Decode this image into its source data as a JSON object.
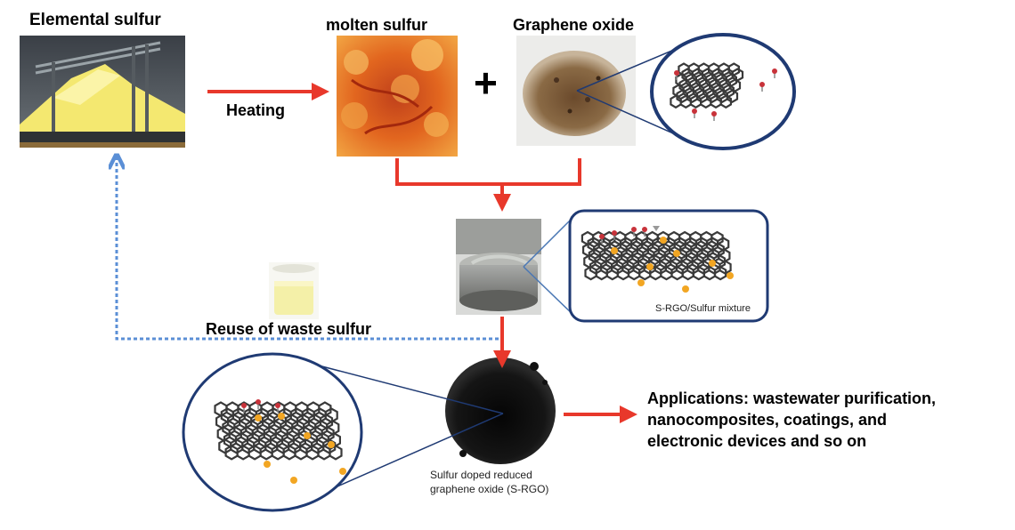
{
  "labels": {
    "elemental_sulfur": "Elemental sulfur",
    "molten_sulfur": "molten sulfur",
    "graphene_oxide": "Graphene oxide",
    "heating": "Heating",
    "plus": "+",
    "reuse": "Reuse of waste sulfur",
    "mixture": "S-RGO/Sulfur mixture",
    "srgo_line1": "Sulfur doped reduced",
    "srgo_line2": "graphene oxide (S-RGO)",
    "app_line1": "Applications: wastewater purification,",
    "app_line2": "nanocomposites, coatings, and",
    "app_line3": "electronic devices and so on"
  },
  "colors": {
    "process_arrow": "#e8382b",
    "reuse_arrow": "#5b8fd6",
    "zoom_frame": "#1f3a73",
    "sulfur_atom": "#f2a623",
    "oxygen_atom": "#c8323a",
    "carbon_lattice": "#3a3a3a"
  }
}
